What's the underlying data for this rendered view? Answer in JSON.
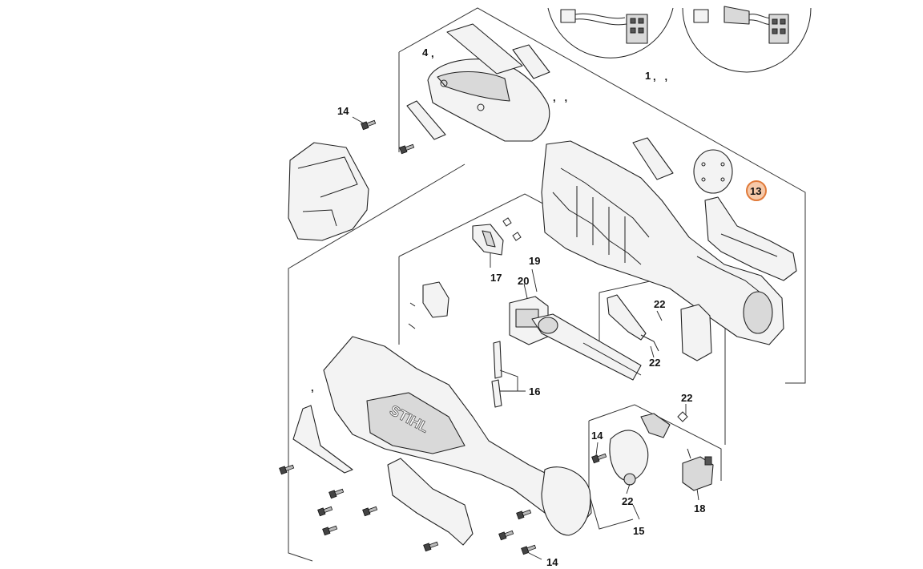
{
  "diagram": {
    "labels": {
      "l1": "1",
      "l1_commas": ",   ,",
      "l4": "4",
      "l4_comma": ",",
      "l13": "13",
      "l14a": "14",
      "l14b": "14",
      "l14c": "14",
      "l15": "15",
      "l16": "16",
      "l17": "17",
      "l18": "18",
      "l19": "19",
      "l20": "20",
      "l22a": "22",
      "l22b": "22",
      "l22c": "22",
      "l22d": "22",
      "commas_mid": ",   ,",
      "comma_left": ",",
      "brand": "STIHL"
    },
    "highlight_color": "#e07a3a"
  }
}
